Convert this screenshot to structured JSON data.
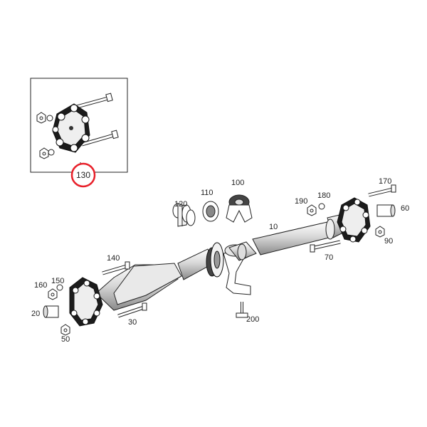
{
  "diagram": {
    "part_labels": {
      "p10": "10",
      "p20": "20",
      "p30": "30",
      "p50": "50",
      "p60": "60",
      "p70": "70",
      "p90": "90",
      "p100": "100",
      "p110": "110",
      "p120": "120",
      "p130": "130",
      "p140": "140",
      "p150": "150",
      "p160": "160",
      "p170": "170",
      "p180": "180",
      "p190": "190",
      "p200": "200"
    },
    "highlight_color": "#e8202a",
    "line_color": "#222222"
  }
}
